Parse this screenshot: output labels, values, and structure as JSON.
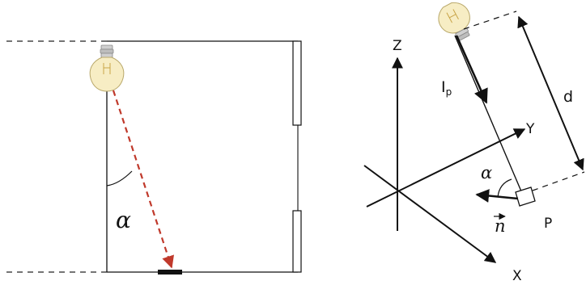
{
  "left_diagram": {
    "angle_label": "α"
  },
  "right_diagram": {
    "axis_z": "Z",
    "axis_y": "Y",
    "axis_x": "X",
    "intensity_label": "I",
    "intensity_subscript": "p",
    "distance_label": "d",
    "angle_label": "α",
    "normal_label": "n",
    "point_label": "P"
  },
  "colors": {
    "ray": "#c0392b",
    "line": "#111111",
    "bulb_glass": "#f7edc4",
    "bulb_base": "#bdbdbd"
  }
}
